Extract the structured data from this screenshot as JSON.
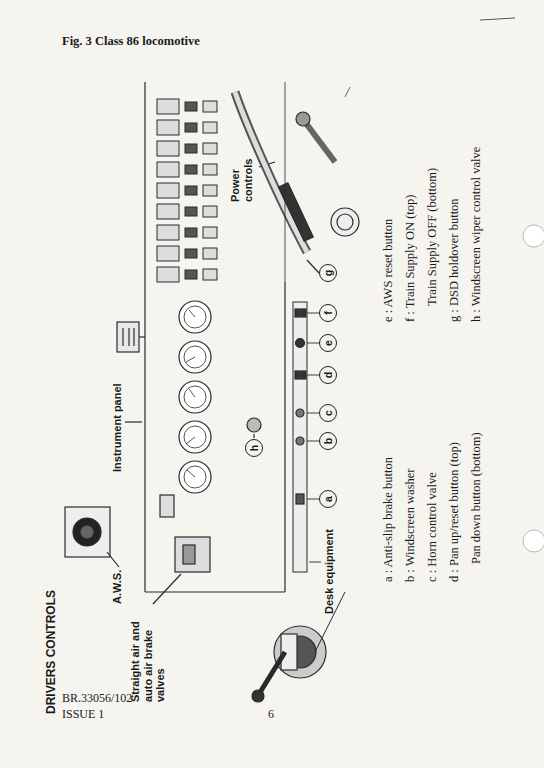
{
  "diagram": {
    "title": "Fig. 3 Class 86 locomotive",
    "nodes": [
      {
        "text": [
          "a"
        ]
      },
      {
        "text": [
          "b"
        ]
      },
      {
        "text": [
          "c"
        ]
      },
      {
        "text": [
          "d"
        ]
      },
      {
        "text": [
          "e"
        ]
      },
      {
        "text": [
          "f"
        ]
      },
      {
        "text": [
          "g"
        ]
      },
      {
        "text": [
          "h"
        ]
      }
    ],
    "labels": [
      "DRIVERS CONTROLS",
      "A.W.S.",
      "Straight air and auto air brake valves",
      "Instrument panel",
      "Power controls",
      "Desk equipment",
      "a : Anti-slip brake button",
      "b : Windscreen washer",
      "c : Horn control valve",
      "d : Pan up/reset button (top)",
      "Pan down button (bottom)",
      "e : AWS reset button",
      "f : Train Supply ON (top)",
      "Train Supply OFF (bottom)",
      "g : DSD holdover button",
      "h : Windscreen wiper control valve",
      "BR.33056/102",
      "ISSUE 1",
      "6"
    ]
  }
}
